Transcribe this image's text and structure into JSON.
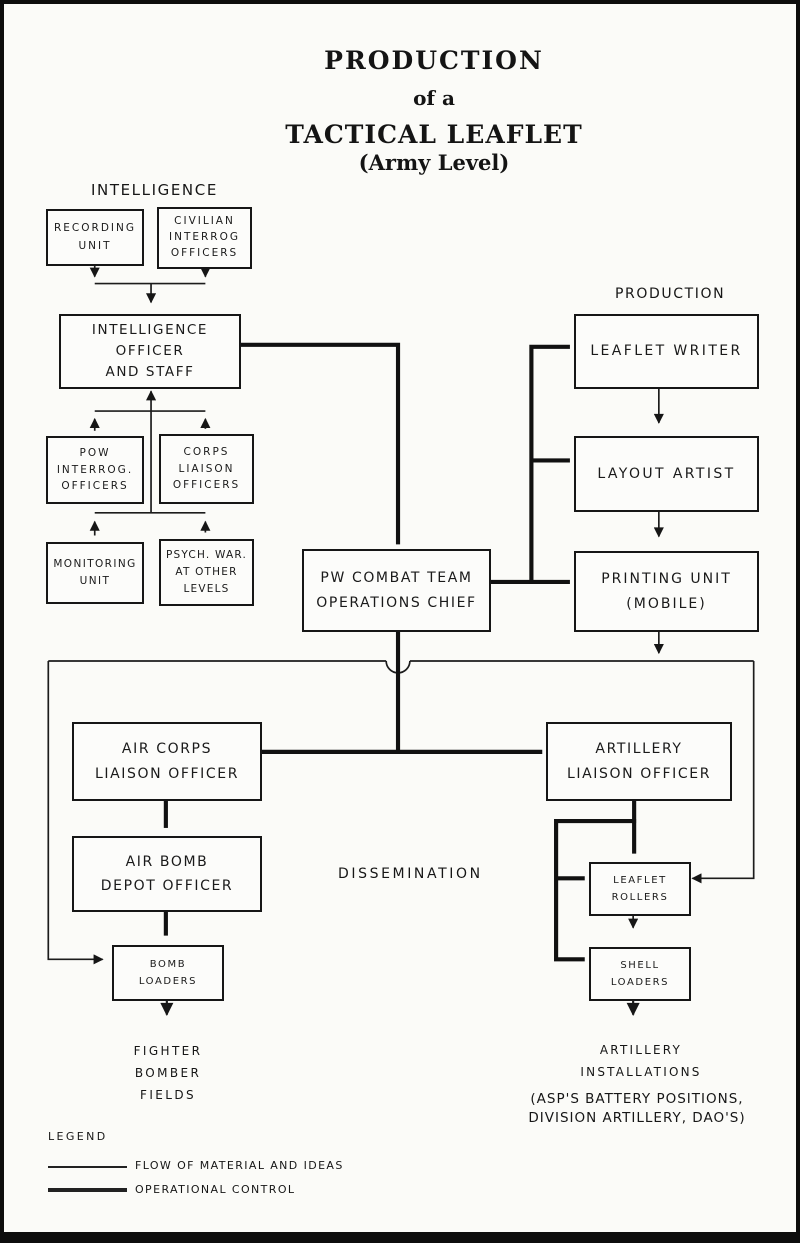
{
  "title": {
    "line1": "PRODUCTION",
    "line2": "of a",
    "line3": "TACTICAL LEAFLET",
    "line4": "(Army Level)"
  },
  "sections": {
    "intelligence": "INTELLIGENCE",
    "production": "PRODUCTION",
    "dissemination": "DISSEMINATION"
  },
  "nodes": {
    "recording_unit": {
      "label": "RECORDING\nUNIT"
    },
    "civilian_interrog": {
      "label": "CIVILIAN\nINTERROG\nOFFICERS"
    },
    "intelligence_officer": {
      "label": "INTELLIGENCE\nOFFICER\nAND STAFF"
    },
    "pow_interrog": {
      "label": "POW\nINTERROG.\nOFFICERS"
    },
    "corps_liaison": {
      "label": "CORPS\nLIAISON\nOFFICERS"
    },
    "monitoring_unit": {
      "label": "MONITORING\nUNIT"
    },
    "psych_war": {
      "label": "PSYCH. WAR.\nAT OTHER\nLEVELS"
    },
    "pw_combat_team": {
      "label": "PW COMBAT TEAM\nOPERATIONS CHIEF"
    },
    "leaflet_writer": {
      "label": "LEAFLET WRITER"
    },
    "layout_artist": {
      "label": "LAYOUT ARTIST"
    },
    "printing_unit": {
      "label": "PRINTING UNIT\n(MOBILE)"
    },
    "air_corps_liaison": {
      "label": "AIR CORPS\nLIAISON OFFICER"
    },
    "air_bomb_depot": {
      "label": "AIR BOMB\nDEPOT OFFICER"
    },
    "bomb_loaders": {
      "label": "BOMB\nLOADERS"
    },
    "artillery_liaison": {
      "label": "ARTILLERY\nLIAISON OFFICER"
    },
    "leaflet_rollers": {
      "label": "LEAFLET\nROLLERS"
    },
    "shell_loaders": {
      "label": "SHELL\nLOADERS"
    }
  },
  "outputs": {
    "fighter_bomber_fields": "FIGHTER\nBOMBER\nFIELDS",
    "artillery_installations": "ARTILLERY\nINSTALLATIONS",
    "artillery_note": "(ASP'S BATTERY POSITIONS,\nDIVISION ARTILLERY, DAO'S)"
  },
  "legend": {
    "heading": "LEGEND",
    "items": [
      {
        "style": "thin",
        "label": "FLOW OF MATERIAL AND IDEAS"
      },
      {
        "style": "thick",
        "label": "OPERATIONAL CONTROL"
      }
    ]
  },
  "colors": {
    "ink": "#1a1a1a",
    "paper": "#fbfbf8"
  }
}
